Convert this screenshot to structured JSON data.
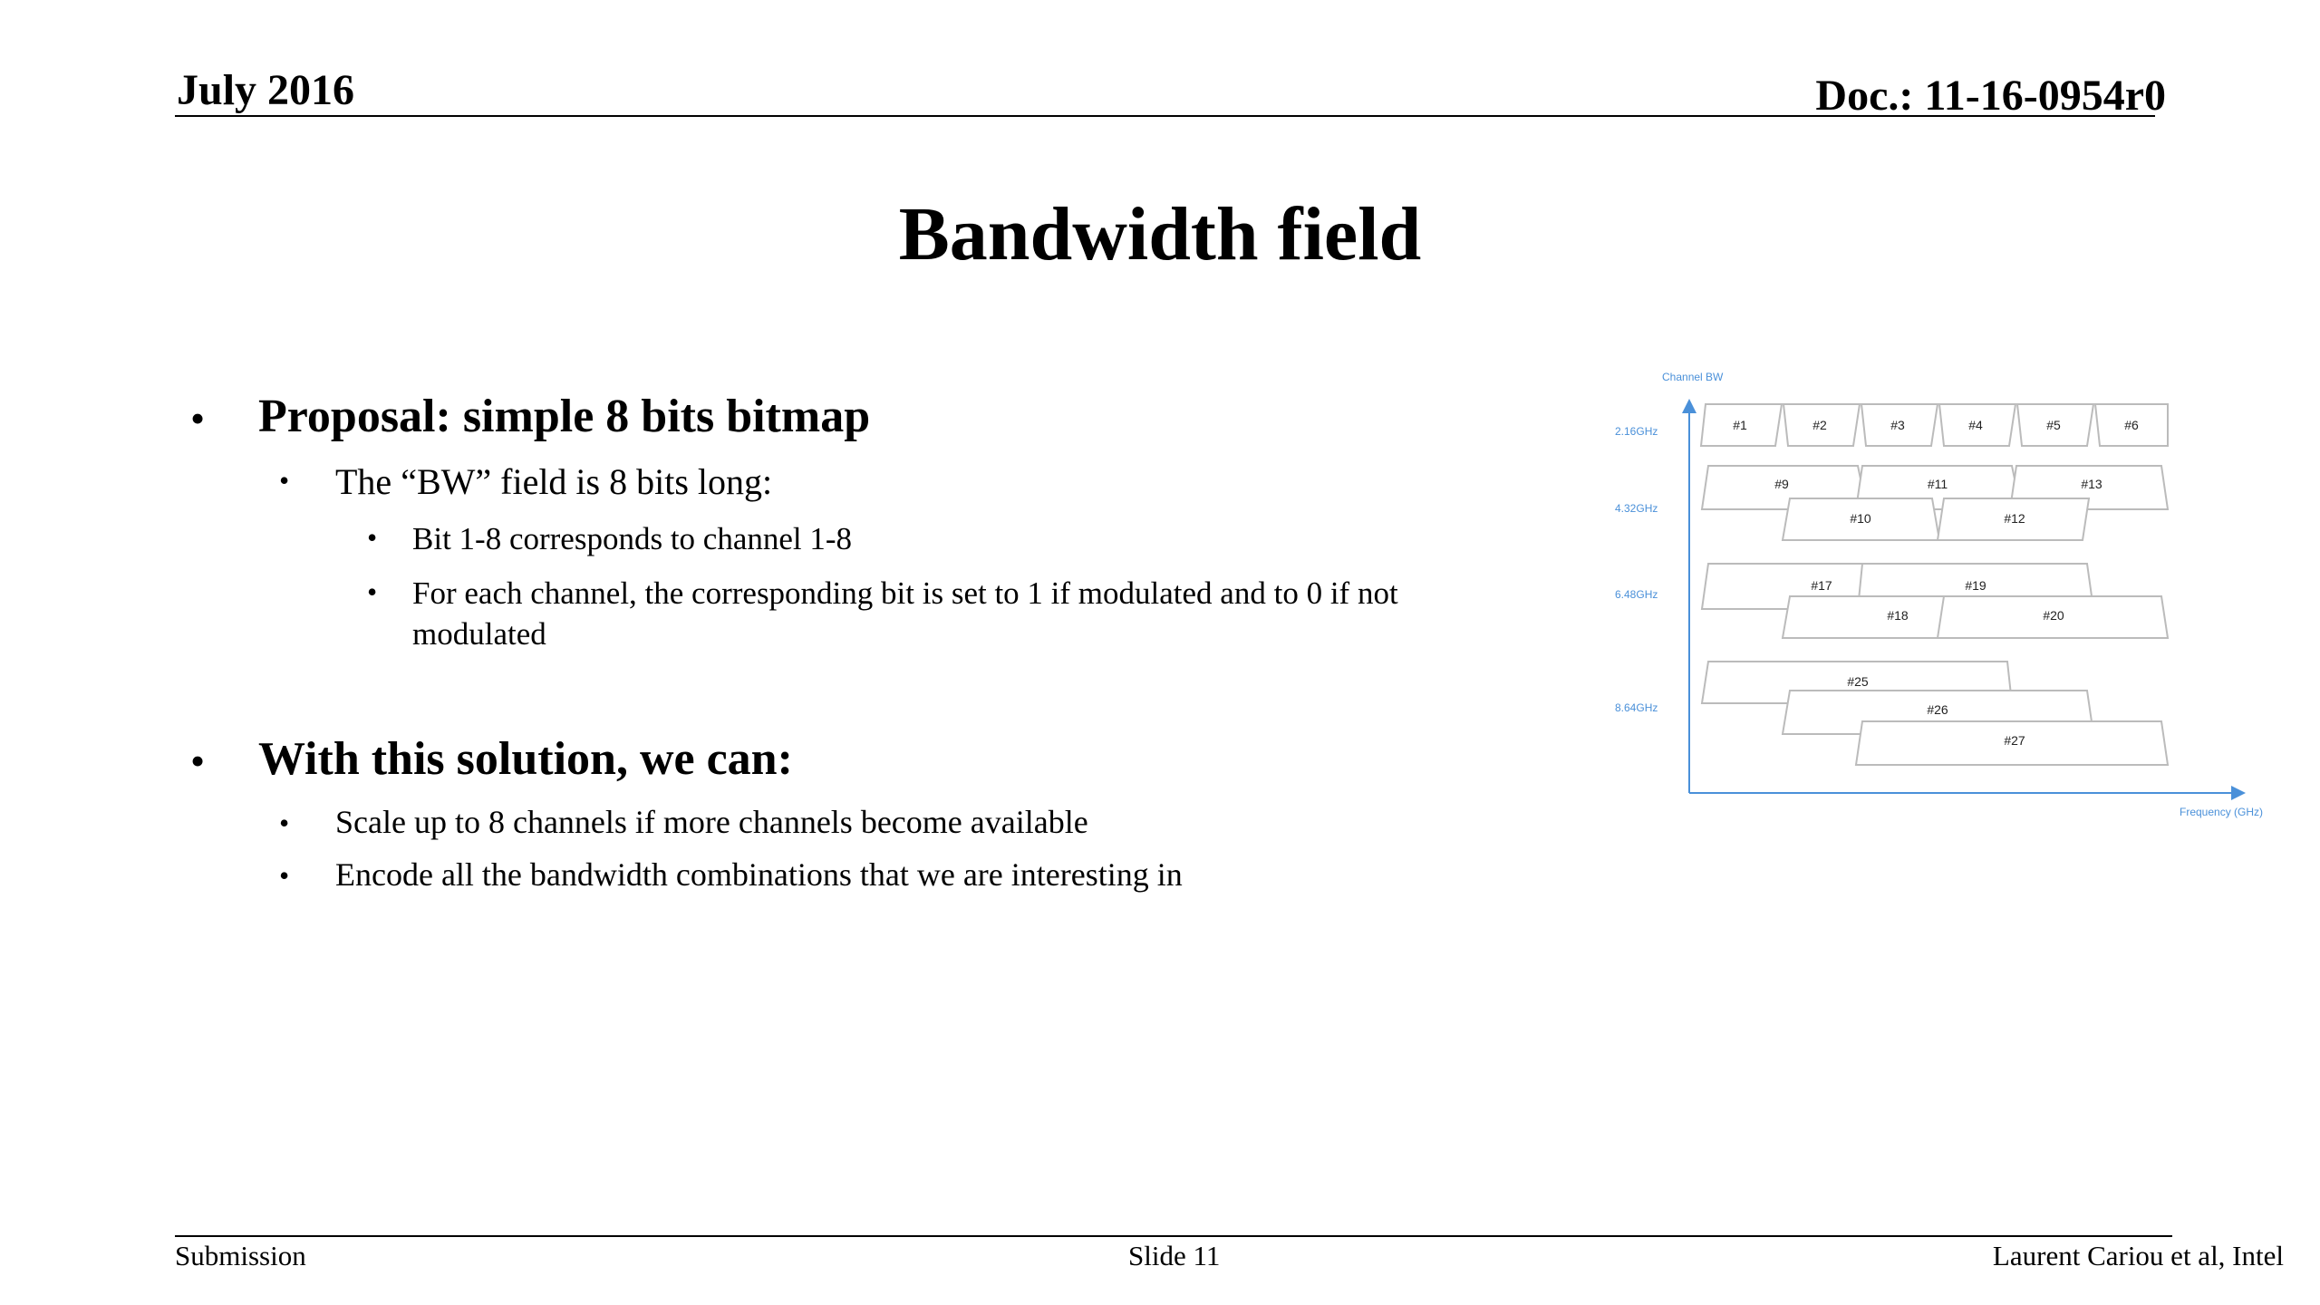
{
  "header": {
    "date": "July 2016",
    "doc": "Doc.: 11-16-0954r0"
  },
  "title": "Bandwidth field",
  "bullets": [
    {
      "text": "Proposal: simple 8 bits bitmap",
      "children": [
        {
          "text": "The “BW” field is 8 bits long:",
          "children": [
            {
              "text": "Bit 1-8 corresponds to channel 1-8"
            },
            {
              "text": "For each channel, the corresponding bit is set to 1 if modulated and to 0 if not",
              "text_cont": "modulated"
            }
          ]
        }
      ]
    },
    {
      "text": "With this solution, we can:",
      "children": [
        {
          "text": "Scale up to 8 channels if more channels become available"
        },
        {
          "text": "Encode all the bandwidth combinations that we are interesting in"
        }
      ]
    }
  ],
  "diagram": {
    "ylabel": "Channel BW",
    "xlabel": "Frequency (GHz)",
    "rows": [
      "2.16GHz",
      "4.32GHz",
      "6.48GHz",
      "8.64GHz"
    ],
    "channels": {
      "c1": "#1",
      "c2": "#2",
      "c3": "#3",
      "c4": "#4",
      "c5": "#5",
      "c6": "#6",
      "c9": "#9",
      "c10": "#10",
      "c11": "#11",
      "c12": "#12",
      "c13": "#13",
      "c17": "#17",
      "c18": "#18",
      "c19": "#19",
      "c20": "#20",
      "c25": "#25",
      "c26": "#26",
      "c27": "#27"
    },
    "accent_color": "#4a90d9"
  },
  "footer": {
    "left": "Submission",
    "center": "Slide 11",
    "right": "Laurent Cariou et al, Intel"
  }
}
